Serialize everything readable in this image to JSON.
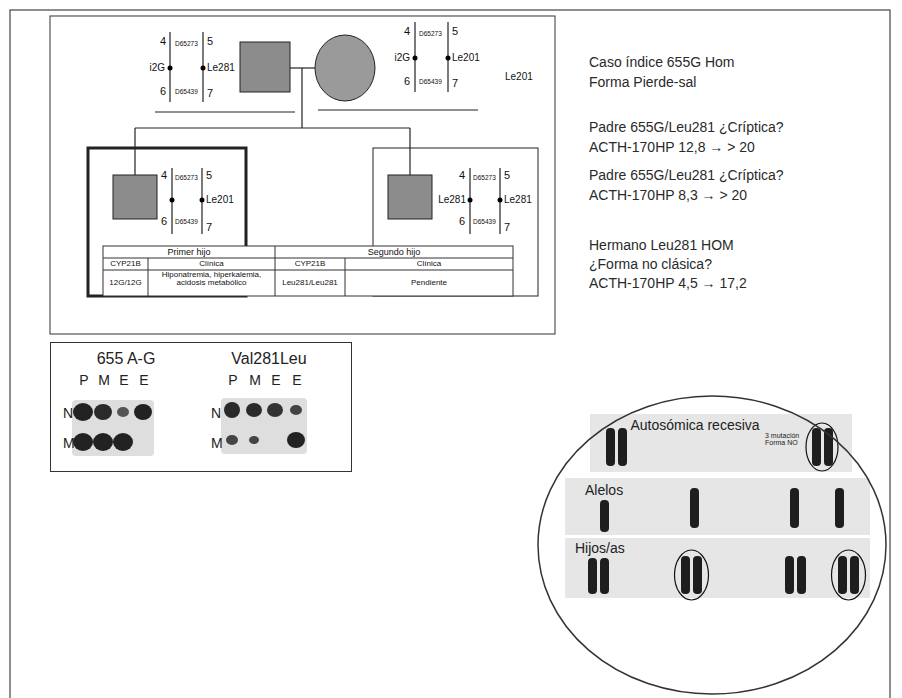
{
  "diagram": {
    "nodes": [
      {
        "text": [
          "655 A-G",
          "Val281Leu",
          "P",
          "M",
          "E",
          "E",
          "P",
          "M",
          "E",
          "E",
          "N",
          "N",
          "M",
          "M"
        ]
      },
      {
        "text": [
          "Autosómica recesiva",
          "3 mutación Forma NO",
          "Alelos",
          "Hijos/as"
        ]
      }
    ],
    "labels": [
      "4",
      "D65273",
      "5",
      "i2G",
      "Le281",
      "6",
      "D65439",
      "7",
      "4",
      "D65273",
      "5",
      "i2G",
      "Le201",
      "6",
      "D65439",
      "7",
      "Le201",
      "4",
      "D65273",
      "5",
      "Le201",
      "6",
      "D65439",
      "7",
      "4",
      "D65273",
      "5",
      "Le281",
      "Le281",
      "6",
      "D65439",
      "7",
      "Primer hijo",
      "Segundo hijo",
      "CYP21B",
      "Clínica",
      "CYP21B",
      "Clínica",
      "12G/12G",
      "Hiponatremia, hiperkalemia, acidosis metabólico",
      "Leu281/Leu281",
      "Pendiente",
      "Caso índice 655G Hom",
      "Forma Pierde-sal",
      "Padre 655G/Leu281 ¿Críptica?",
      "ACTH-170HP 12,8 → > 20",
      "Padre 655G/Leu281 ¿Críptica?",
      "ACTH-170HP 8,3 → > 20",
      "Hermano Leu281 HOM",
      "¿Forma no clásica?",
      "ACTH-170HP 4,5 → 17,2"
    ]
  }
}
